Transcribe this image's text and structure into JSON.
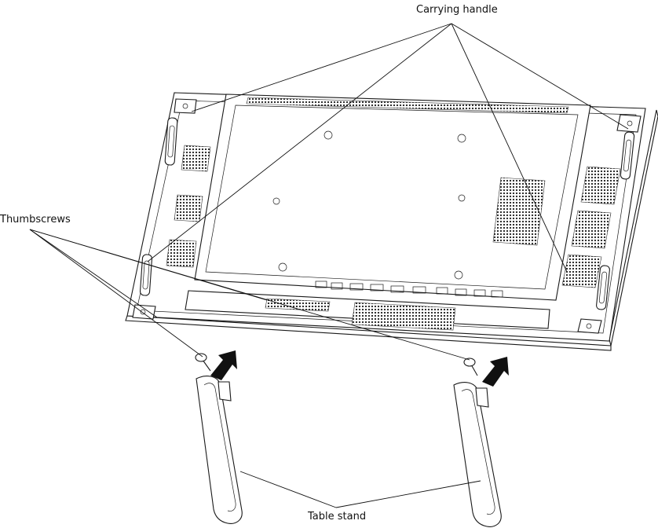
{
  "labels": {
    "carrying_handle": "Carrying handle",
    "thumbscrews": "Thumbscrews",
    "table_stand": "Table stand"
  }
}
